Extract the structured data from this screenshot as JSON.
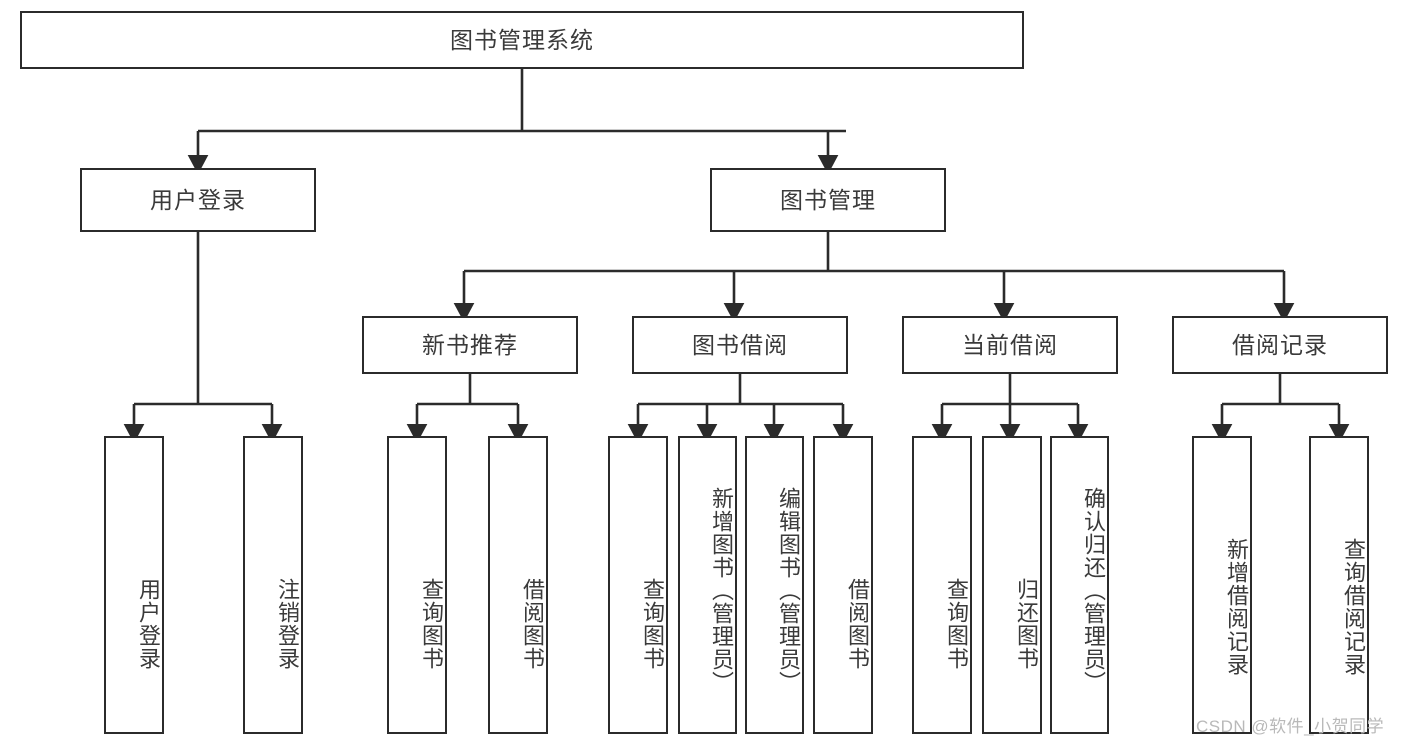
{
  "diagram": {
    "title": "图书管理系统",
    "type": "tree-hierarchy-chart",
    "root": {
      "id": "root",
      "label": "图书管理系统"
    },
    "level1": [
      {
        "id": "user-login",
        "label": "用户登录"
      },
      {
        "id": "book-manage",
        "label": "图书管理"
      }
    ],
    "level2": [
      {
        "id": "new-book-recommend",
        "label": "新书推荐",
        "parent": "book-manage"
      },
      {
        "id": "book-borrow",
        "label": "图书借阅",
        "parent": "book-manage"
      },
      {
        "id": "current-borrow",
        "label": "当前借阅",
        "parent": "book-manage"
      },
      {
        "id": "borrow-record",
        "label": "借阅记录",
        "parent": "book-manage"
      }
    ],
    "leaves": [
      {
        "id": "leaf-user-login",
        "label": "用户登录",
        "parent": "user-login"
      },
      {
        "id": "leaf-user-logout",
        "label": "注销登录",
        "parent": "user-login"
      },
      {
        "id": "leaf-query-book-1",
        "label": "查询图书",
        "parent": "new-book-recommend"
      },
      {
        "id": "leaf-borrow-book-1",
        "label": "借阅图书",
        "parent": "new-book-recommend"
      },
      {
        "id": "leaf-query-book-2",
        "label": "查询图书",
        "parent": "book-borrow"
      },
      {
        "id": "leaf-add-book",
        "label": "新增图书（管理员）",
        "parent": "book-borrow"
      },
      {
        "id": "leaf-edit-book",
        "label": "编辑图书（管理员）",
        "parent": "book-borrow"
      },
      {
        "id": "leaf-borrow-book-2",
        "label": "借阅图书",
        "parent": "book-borrow"
      },
      {
        "id": "leaf-query-book-3",
        "label": "查询图书",
        "parent": "current-borrow"
      },
      {
        "id": "leaf-return-book",
        "label": "归还图书",
        "parent": "current-borrow"
      },
      {
        "id": "leaf-confirm-return",
        "label": "确认归还（管理员）",
        "parent": "current-borrow"
      },
      {
        "id": "leaf-add-record",
        "label": "新增借阅记录",
        "parent": "borrow-record"
      },
      {
        "id": "leaf-query-record",
        "label": "查询借阅记录",
        "parent": "borrow-record"
      }
    ],
    "colors": {
      "box_border": "#2b2b2b",
      "box_fill": "#ffffff",
      "text": "#3a3a3a",
      "connector": "#2b2b2b",
      "watermark": "#b9b9b9",
      "background": "#ffffff"
    }
  },
  "watermark": {
    "text": "CSDN @软件_小贺同学"
  }
}
